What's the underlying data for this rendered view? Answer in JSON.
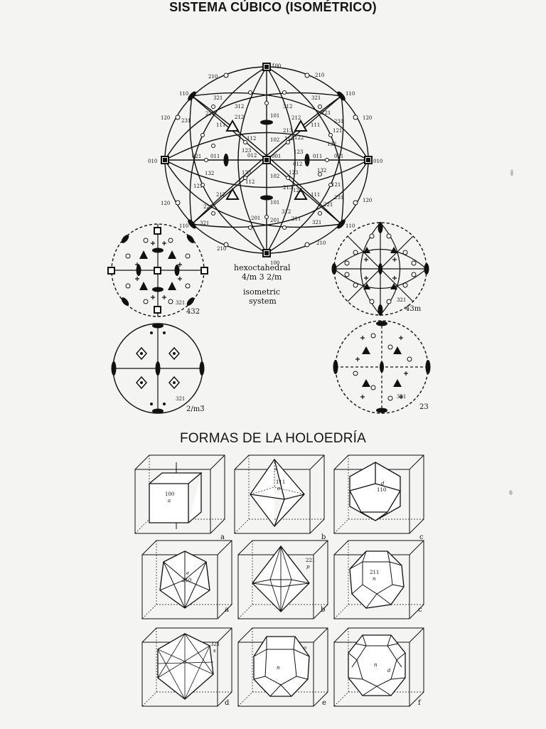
{
  "page": {
    "title": "SISTEMA CÚBICO (ISOMÉTRICO)",
    "subtitle": "FORMAS DE LA HOLOEDRÍA"
  },
  "stereogram": {
    "caption_line1": "hexoctahedral",
    "caption_line2": "4/m 3 2/m",
    "caption_line3": "isometric",
    "caption_line4": "system",
    "poles": {
      "p100_top": "1̄00",
      "p100_bottom": "100",
      "p010_left": "010",
      "p010_right": "010",
      "p001": "001",
      "p111": "111",
      "p110": "110",
      "p120": "120",
      "p210": "210",
      "p321": "321",
      "p231": "231",
      "p312": "312",
      "p212": "212",
      "p121": "121",
      "p101": "101",
      "p102": "102",
      "p112": "112",
      "p011": "011",
      "p012": "012",
      "p021": "021",
      "p123": "123",
      "p132": "132",
      "p213": "213",
      "p221": "221",
      "p122": "122",
      "p211": "211",
      "p201": "201"
    }
  },
  "small_stereograms": [
    {
      "label": "432",
      "pole": "321"
    },
    {
      "label": "4̄3m",
      "pole": "321"
    },
    {
      "label": "2/m3̄",
      "pole": "321"
    },
    {
      "label": "23",
      "pole": "321"
    }
  ],
  "forms": [
    {
      "letter": "a",
      "indices": "100",
      "symbol": "a"
    },
    {
      "letter": "b",
      "indices": "111",
      "symbol": "o"
    },
    {
      "letter": "c",
      "indices": "110",
      "symbol": "d"
    },
    {
      "letter": "a",
      "indices": "210",
      "symbol": "e"
    },
    {
      "letter": "b",
      "indices": "221",
      "symbol": "p"
    },
    {
      "letter": "c",
      "indices": "211",
      "symbol": "n"
    },
    {
      "letter": "d",
      "indices": "321",
      "symbol": "s"
    },
    {
      "letter": "e",
      "indices": "",
      "symbol": "n"
    },
    {
      "letter": "f",
      "indices": "",
      "symbol": "n"
    }
  ],
  "form_extra_labels": {
    "e_o": "o",
    "f_d": "d"
  }
}
